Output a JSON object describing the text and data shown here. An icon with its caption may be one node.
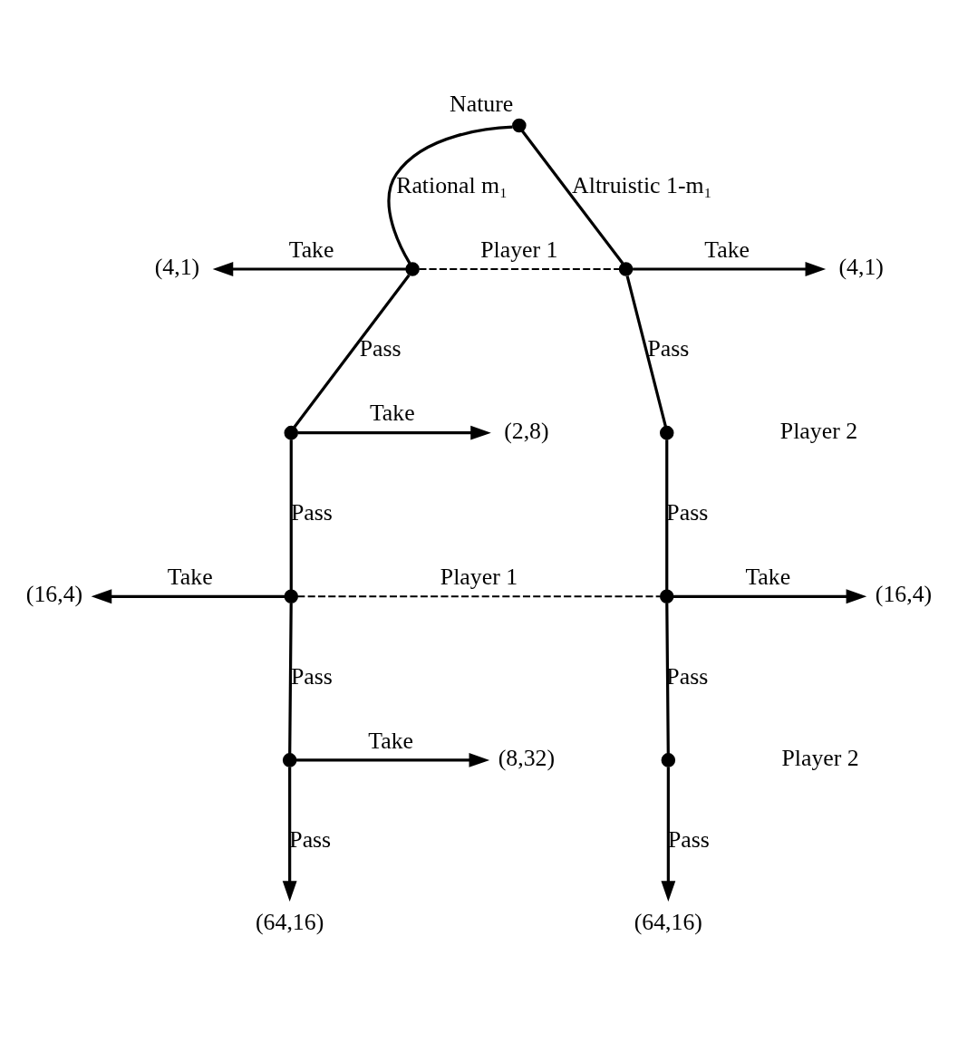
{
  "diagram": {
    "nodes": [
      {
        "text": [],
        "shape": "circle",
        "beside": [
          "Nature"
        ]
      },
      {
        "text": [],
        "shape": "circle"
      },
      {
        "text": [],
        "shape": "circle"
      },
      {
        "text": [],
        "shape": "circle"
      },
      {
        "text": [],
        "shape": "circle"
      },
      {
        "text": [],
        "shape": "circle"
      },
      {
        "text": [],
        "shape": "circle"
      },
      {
        "text": [],
        "shape": "circle"
      },
      {
        "text": [],
        "shape": "circle"
      },
      {
        "text": [
          "(4,1)"
        ]
      },
      {
        "text": [
          "(4,1)"
        ]
      },
      {
        "text": [
          "(2,8)"
        ]
      },
      {
        "text": [
          "(16,4)"
        ]
      },
      {
        "text": [
          "(16,4)"
        ]
      },
      {
        "text": [
          "(8,32)"
        ]
      },
      {
        "text": [
          "(64,16)"
        ]
      },
      {
        "text": [
          "(64,16)"
        ]
      }
    ],
    "edges": [
      {
        "from": 0,
        "to": 1,
        "arrow": "none",
        "label": "Rational m₁"
      },
      {
        "from": 0,
        "to": 2,
        "arrow": "none",
        "label": "Altruistic 1-m₁"
      },
      {
        "from": 1,
        "to": 2,
        "arrow": "none",
        "style": "dashed",
        "label": "Player 1"
      },
      {
        "from": 1,
        "to": 9,
        "arrow": "to",
        "label": "Take"
      },
      {
        "from": 2,
        "to": 10,
        "arrow": "to",
        "label": "Take"
      },
      {
        "from": 1,
        "to": 3,
        "arrow": "none",
        "label": "Pass"
      },
      {
        "from": 2,
        "to": 4,
        "arrow": "none",
        "label": "Pass"
      },
      {
        "from": 3,
        "to": 11,
        "arrow": "to",
        "label": "Take"
      },
      {
        "from": 3,
        "to": 5,
        "arrow": "none",
        "label": "Pass"
      },
      {
        "from": 4,
        "to": 6,
        "arrow": "none",
        "label": "Pass"
      },
      {
        "from": 5,
        "to": 6,
        "arrow": "none",
        "style": "dashed",
        "label": "Player 1"
      },
      {
        "from": 5,
        "to": 12,
        "arrow": "to",
        "label": "Take"
      },
      {
        "from": 6,
        "to": 13,
        "arrow": "to",
        "label": "Take"
      },
      {
        "from": 5,
        "to": 7,
        "arrow": "none",
        "label": "Pass"
      },
      {
        "from": 6,
        "to": 8,
        "arrow": "none",
        "label": "Pass"
      },
      {
        "from": 7,
        "to": 14,
        "arrow": "to",
        "label": "Take"
      },
      {
        "from": 7,
        "to": 15,
        "arrow": "to",
        "label": "Pass"
      },
      {
        "from": 8,
        "to": 16,
        "arrow": "to",
        "label": "Pass"
      }
    ],
    "labels": [
      "Player 2",
      "Player 2"
    ]
  }
}
